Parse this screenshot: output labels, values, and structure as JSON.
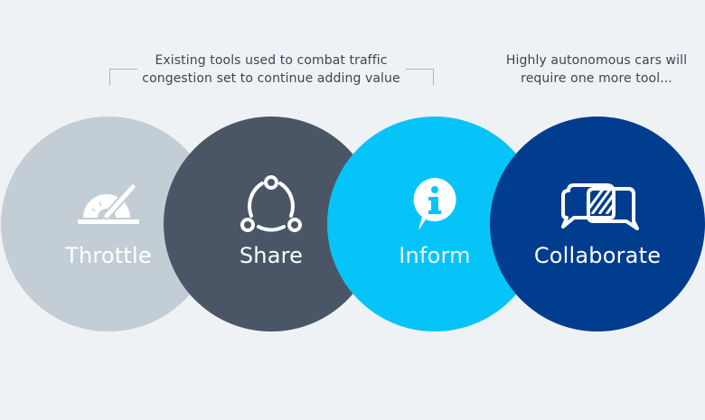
{
  "captions": {
    "left_line1": "Existing tools used to combat traffic",
    "left_line2": "congestion set to continue adding value",
    "right_line1": "Highly autonomous cars will",
    "right_line2": "require one more tool..."
  },
  "steps": [
    {
      "label": "Throttle",
      "icon": "throttle-lever-icon",
      "color": "#c3cdd6"
    },
    {
      "label": "Share",
      "icon": "share-network-icon",
      "color": "#4a5666"
    },
    {
      "label": "Inform",
      "icon": "info-bubble-icon",
      "color": "#07c4f8"
    },
    {
      "label": "Collaborate",
      "icon": "collaborate-bubbles-icon",
      "color": "#003d8f"
    }
  ],
  "colors": {
    "background": "#eef2f5",
    "caption_text": "#3a4653",
    "bracket": "#aab6c2"
  }
}
